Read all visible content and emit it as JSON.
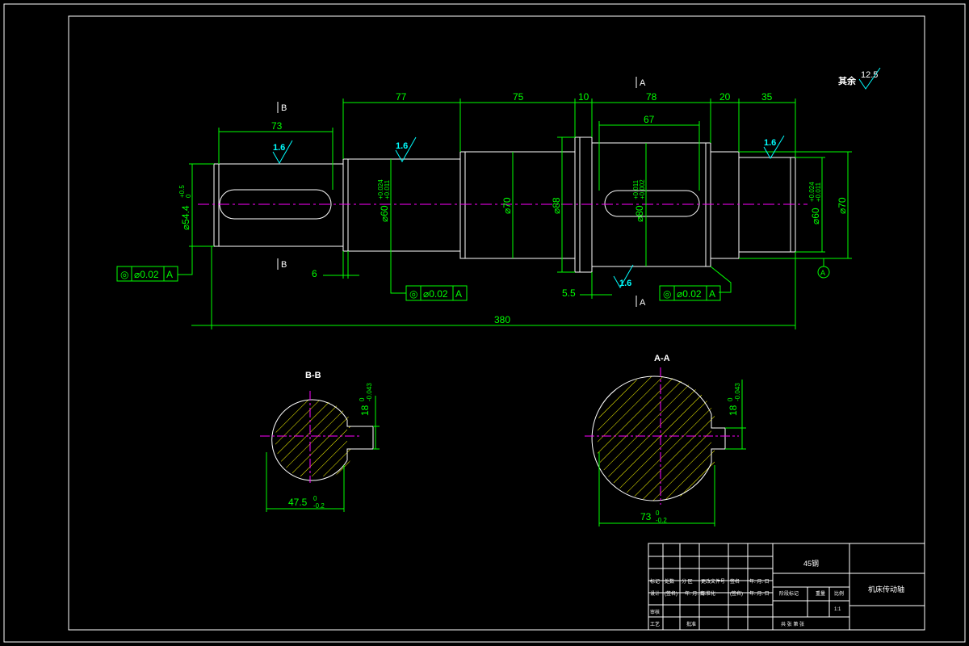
{
  "roughness": {
    "other_label": "其余",
    "other_value": "12.5",
    "v1": "1.6",
    "v2": "1.6",
    "v3": "1.6",
    "v4": "1.6"
  },
  "section_labels": {
    "a_top": "A",
    "a_bottom": "A",
    "b_top": "B",
    "b_bottom": "B",
    "aa": "A-A",
    "bb": "B-B",
    "datum": "A"
  },
  "dims": {
    "d77": "77",
    "d75": "75",
    "d10": "10",
    "d78": "78",
    "d20": "20",
    "d35": "35",
    "d73": "73",
    "d67": "67",
    "d6": "6",
    "d5_5": "5.5",
    "d380": "380",
    "dia_54_4": "⌀54.4",
    "dia_54_4_tol_up": "+0.5",
    "dia_54_4_tol_lo": "0",
    "dia_60a": "⌀60",
    "dia_60a_tol_up": "+0.024",
    "dia_60a_tol_lo": "+0.011",
    "dia_70a": "⌀70",
    "dia_88": "⌀88",
    "dia_80": "⌀80",
    "dia_80_tol_up": "+0.011",
    "dia_80_tol_lo": "+0.002",
    "dia_60b": "⌀60",
    "dia_60b_tol_up": "+0.024",
    "dia_60b_tol_lo": "+0.011",
    "dia_70b": "⌀70"
  },
  "tolerance_frames": [
    {
      "symbol": "◎",
      "value": "⌀0.02",
      "datum": "A"
    },
    {
      "symbol": "◎",
      "value": "⌀0.02",
      "datum": "A"
    },
    {
      "symbol": "◎",
      "value": "⌀0.02",
      "datum": "A"
    }
  ],
  "sections": {
    "bb_key_depth": "18",
    "bb_key_tol_up": "0",
    "bb_key_tol_lo": "-0.043",
    "bb_width": "47.5",
    "bb_width_tol_up": "0",
    "bb_width_tol_lo": "-0.2",
    "aa_key_depth": "18",
    "aa_key_tol_up": "0",
    "aa_key_tol_lo": "-0.043",
    "aa_width": "73",
    "aa_width_tol_up": "0",
    "aa_width_tol_lo": "-0.2"
  },
  "title_block": {
    "material": "45钢",
    "part_name": "机床传动轴",
    "mark_label": "标记",
    "count_label": "处数",
    "zone_label": "分 区",
    "change_doc_label": "更改文件号",
    "sign_label": "签名",
    "date_label": "年. 月. 日",
    "designer_label": "设计",
    "designer_name": "(签名)",
    "designer_date": "年. 月. 日",
    "standard_label": "标准化",
    "standard_name": "(签名)",
    "standard_date": "年. 月. 日",
    "stage_label": "阶段标记",
    "weight_label": "重量",
    "scale_label": "比例",
    "scale_value": "1:1",
    "review_label": "审核",
    "process_label": "工艺",
    "approve_label": "批准",
    "sheets_label": "共  张  第  张"
  },
  "colors": {
    "outline": "#ffffff",
    "dimension": "#00ff00",
    "center": "#ff00ff",
    "hatch": "#ffff00",
    "roughness": "#00ffff"
  }
}
